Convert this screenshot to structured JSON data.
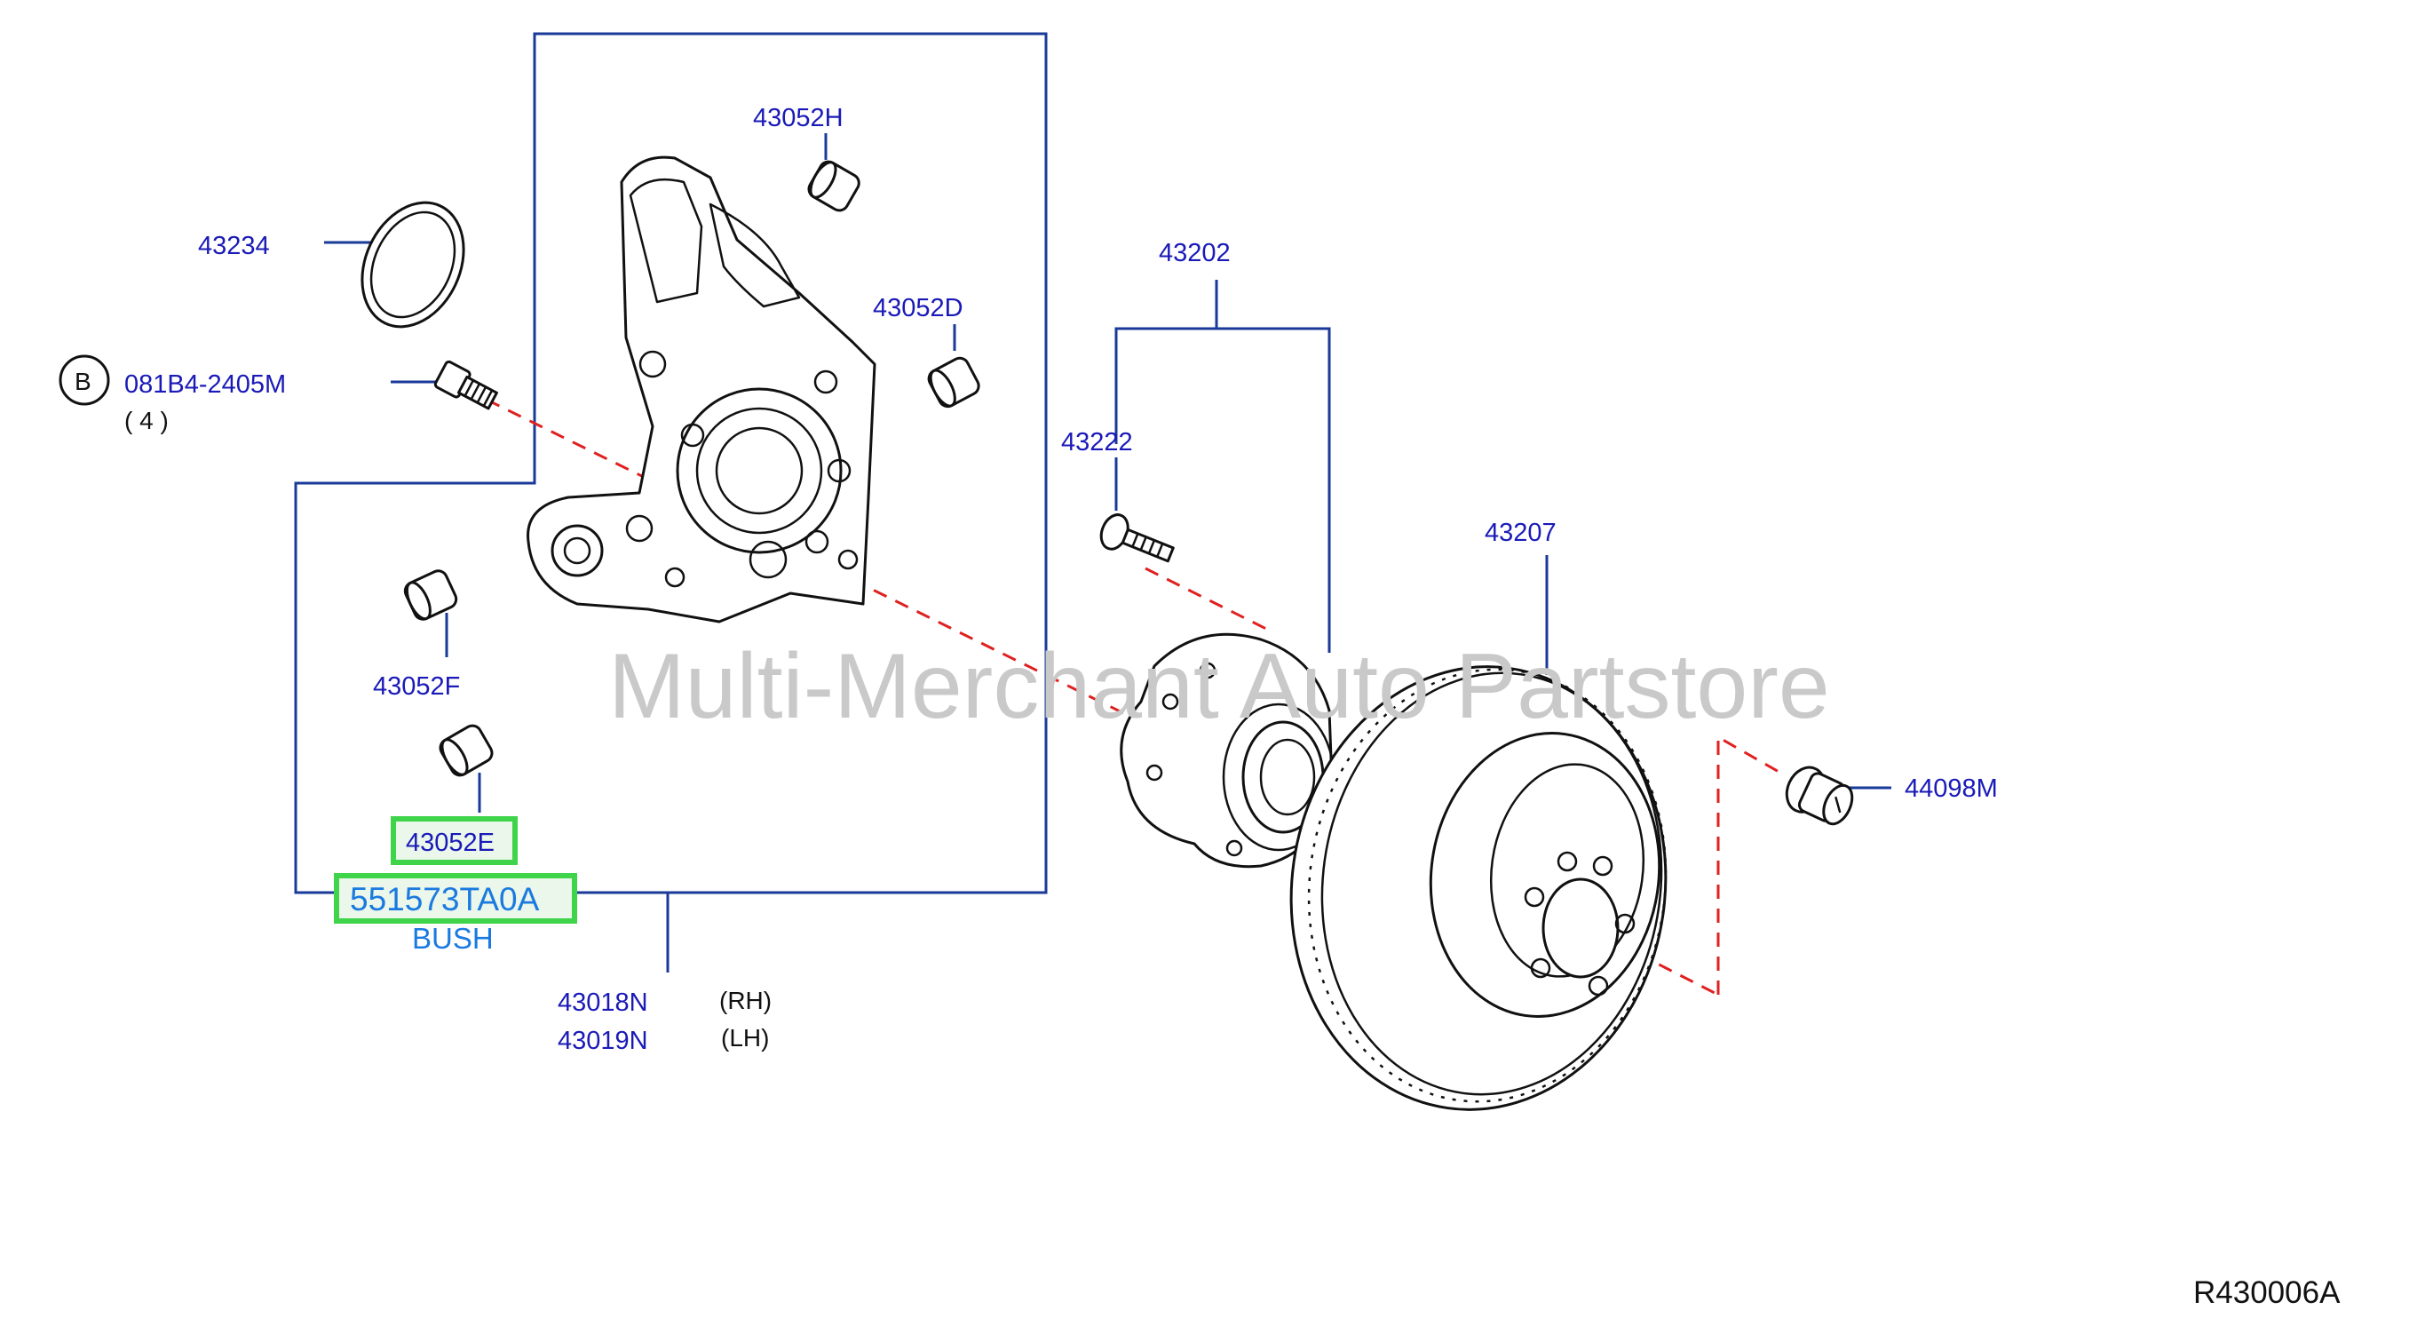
{
  "parts": {
    "p43052H": "43052H",
    "p43234": "43234",
    "p43052D": "43052D",
    "bolt_code": "081B4-2405M",
    "bolt_badge": "B",
    "bolt_qty": "( 4 )",
    "p43202": "43202",
    "p43222": "43222",
    "p43207": "43207",
    "p43052F": "43052F",
    "p43052E": "43052E",
    "p44098M": "44098M",
    "p43018N": "43018N",
    "p43019N": "43019N",
    "rh": "(RH)",
    "lh": "(LH)"
  },
  "highlight": {
    "part_number": "551573TA0A",
    "description": "BUSH",
    "color": "#3fd44a"
  },
  "watermark": "Multi-Merchant Auto Partstore",
  "reference": "R430006A",
  "colors": {
    "label": "#1a1ab8",
    "leader": "#1a3a9a",
    "axis_dash": "#e02020",
    "bush_text": "#1a7ae0",
    "watermark": "#c9c9c9"
  }
}
